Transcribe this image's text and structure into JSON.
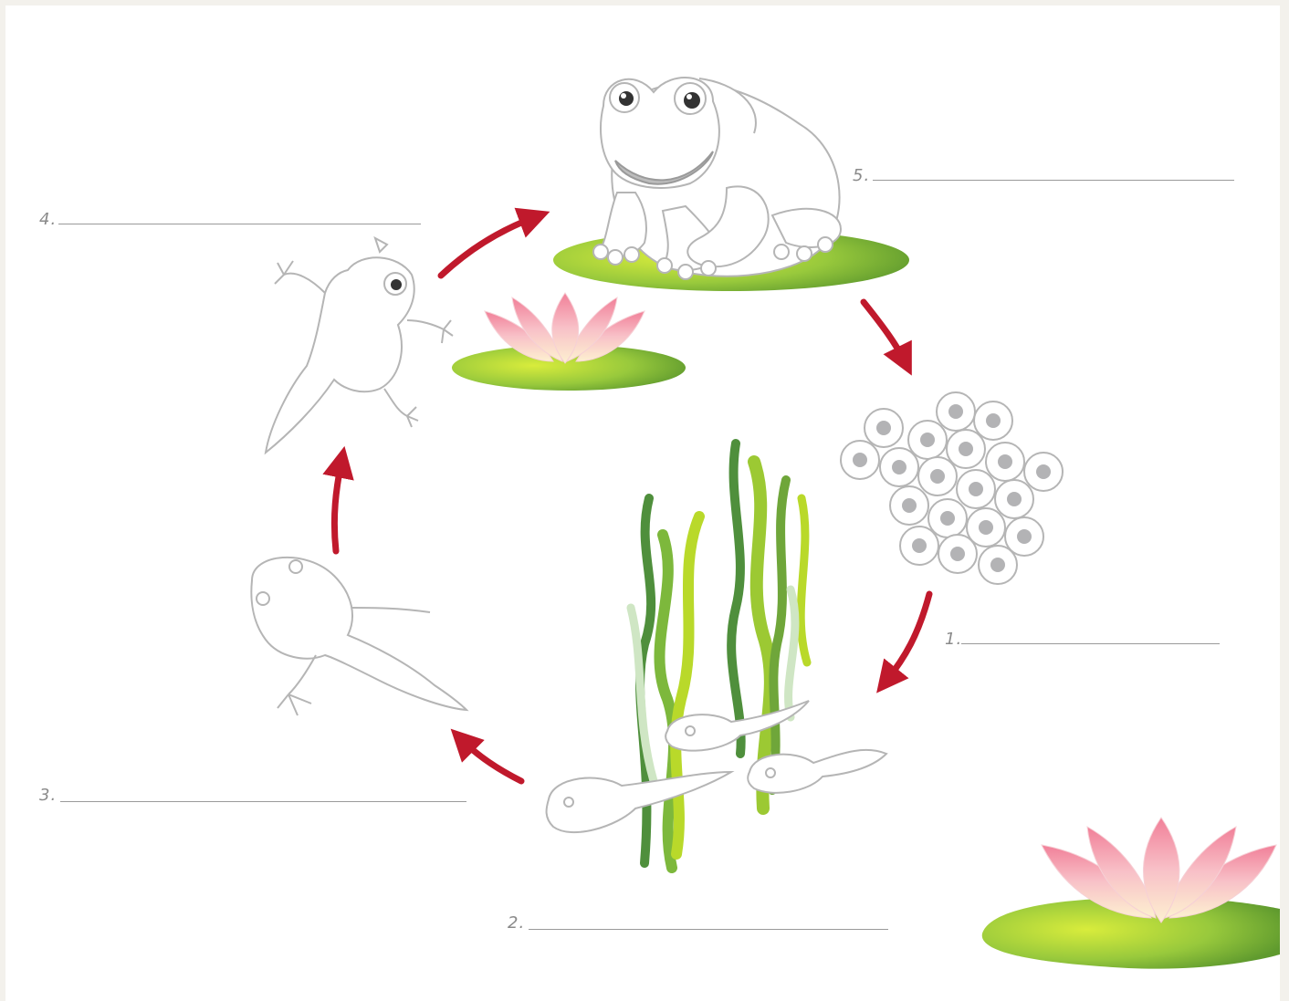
{
  "worksheet": {
    "labels": [
      {
        "number": "1.",
        "answer": ""
      },
      {
        "number": "2.",
        "answer": ""
      },
      {
        "number": "3.",
        "answer": ""
      },
      {
        "number": "4.",
        "answer": ""
      },
      {
        "number": "5.",
        "answer": ""
      }
    ]
  },
  "colors": {
    "arrow": "#c0192c",
    "outline": "#b5b5b5",
    "lily_pad": "#8fc43a",
    "lily_flower": "#f4a9b5",
    "grass_dark": "#4f8f3c",
    "grass_light": "#b9d92a"
  },
  "icons": [
    "frog-icon",
    "egg-cluster-icon",
    "tadpole-icon",
    "froglet-icon",
    "lily-pad-icon",
    "lotus-flower-icon",
    "seaweed-icon",
    "cycle-arrow-icon"
  ]
}
